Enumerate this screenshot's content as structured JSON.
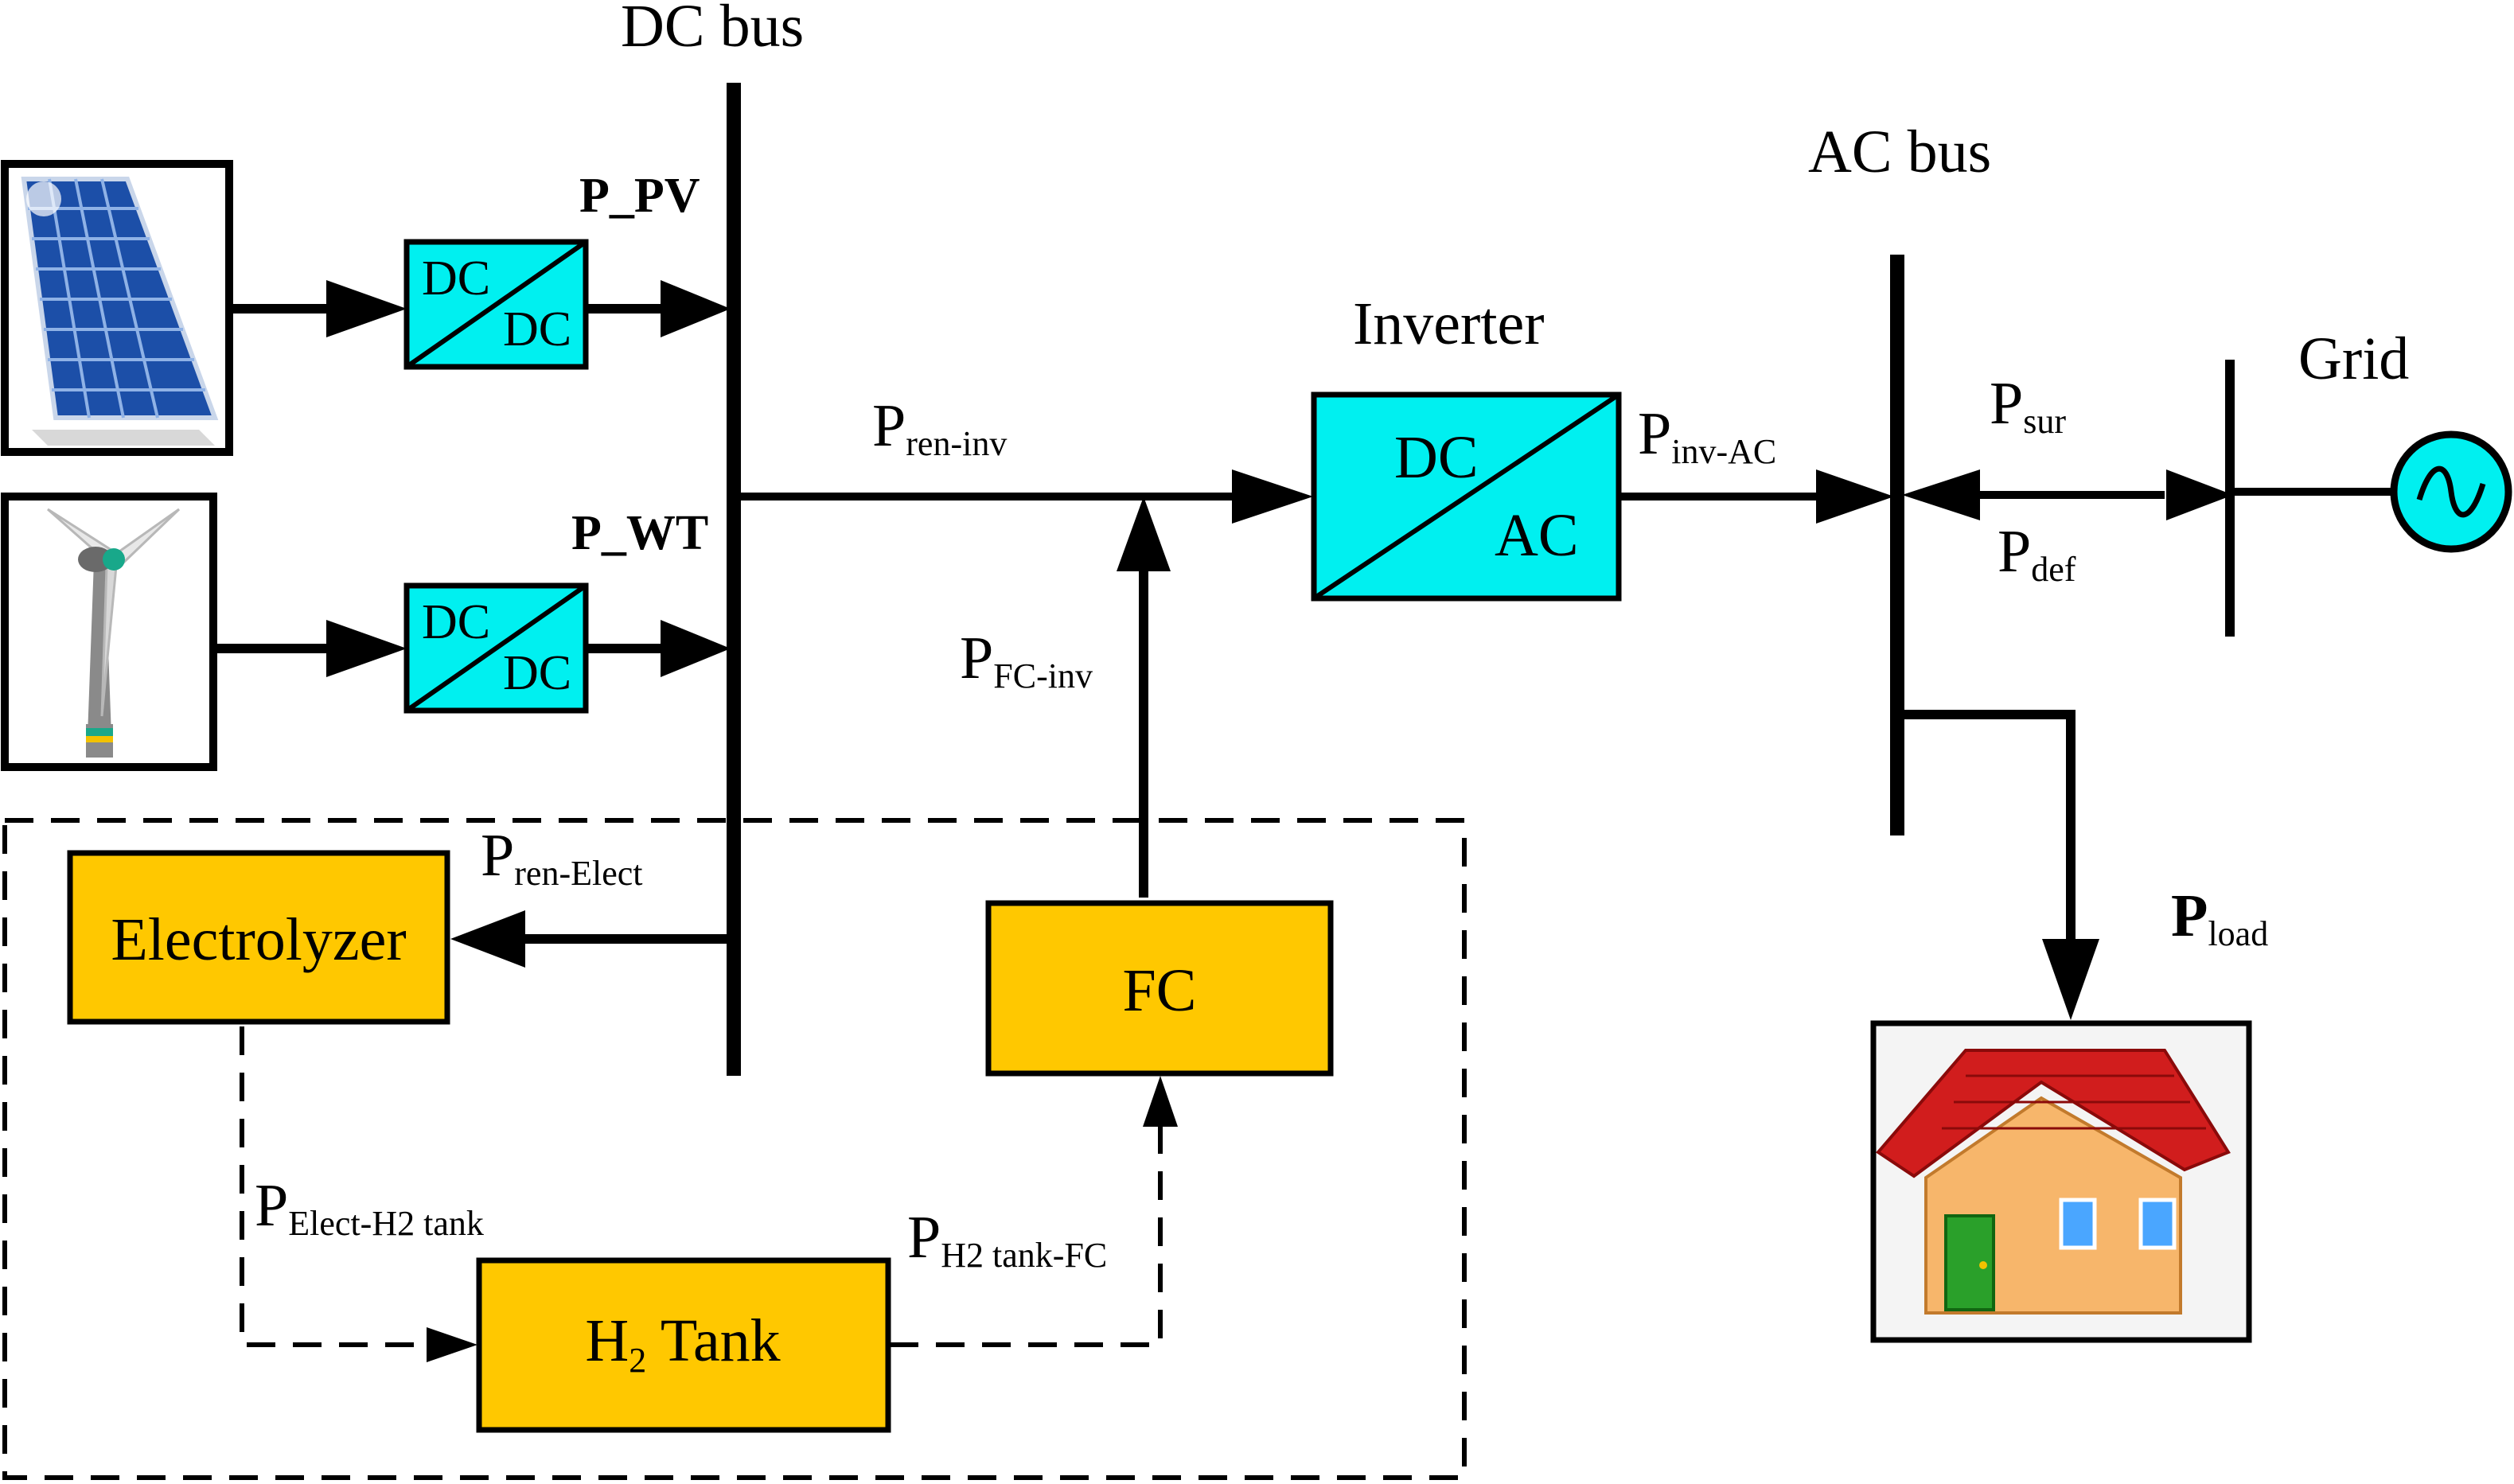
{
  "labels": {
    "dc_bus": "DC bus",
    "ac_bus": "AC bus",
    "inverter": "Inverter",
    "grid": "Grid"
  },
  "blocks": {
    "dcdc_pv": {
      "top": "DC",
      "bottom": "DC"
    },
    "dcdc_wt": {
      "top": "DC",
      "bottom": "DC"
    },
    "inverter": {
      "top": "DC",
      "bottom": "AC"
    },
    "electrolyzer": "Electrolyzer",
    "fc": "FC",
    "h2_tank": {
      "main": "H",
      "sub": "2",
      "rest": " Tank"
    }
  },
  "flows": {
    "p_pv": "P_PV",
    "p_wt": "P_WT",
    "p_ren_inv": {
      "main": "P",
      "sub": "ren-inv"
    },
    "p_fc_inv": {
      "main": "P",
      "sub": "FC-inv"
    },
    "p_inv_ac": {
      "main": "P",
      "sub": "inv-AC"
    },
    "p_sur": {
      "main": "P",
      "sub": "sur"
    },
    "p_def": {
      "main": "P",
      "sub": "def"
    },
    "p_load": {
      "main": "P",
      "sub": "load"
    },
    "p_ren_elect": {
      "main": "P",
      "sub": "ren-Elect"
    },
    "p_elect_h2": {
      "main": "P",
      "sub": "Elect-H2 tank"
    },
    "p_h2_fc": {
      "main": "P",
      "sub": "H2 tank-FC"
    }
  },
  "colors": {
    "converter": "#00f0f0",
    "storage": "#ffc800",
    "line": "#000000"
  },
  "icons": [
    "solar-panel-icon",
    "wind-turbine-icon",
    "ac-source-icon",
    "house-icon"
  ]
}
